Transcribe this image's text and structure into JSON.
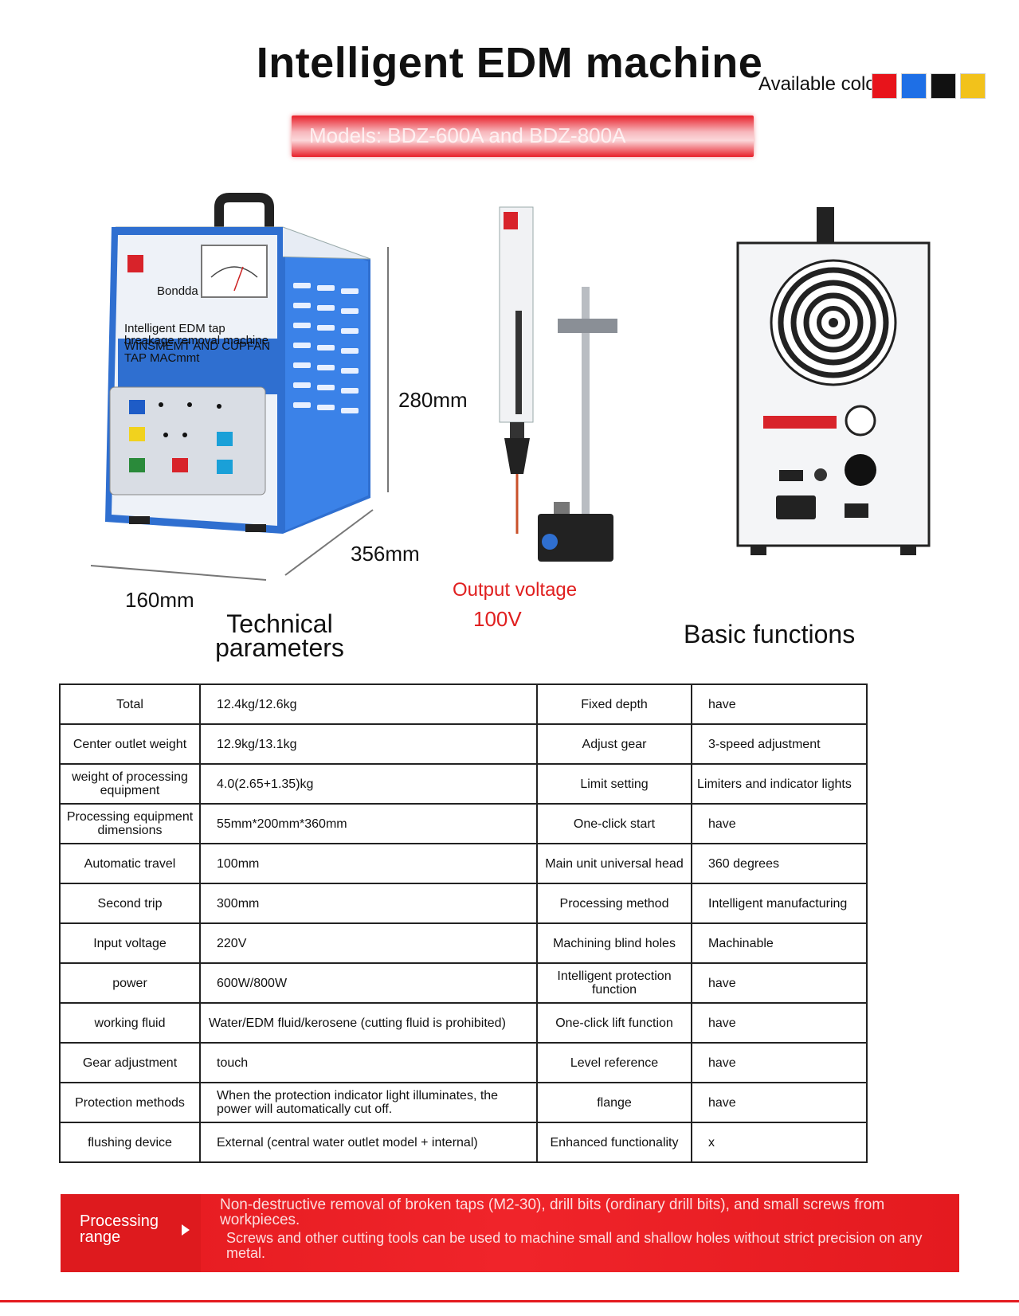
{
  "header": {
    "title": "Intelligent EDM machine",
    "colors_label": "Available colors",
    "swatches": [
      "#e8141b",
      "#1e6fe6",
      "#111111",
      "#f2c21b"
    ],
    "models": "Models: BDZ-600A and BDZ-800A"
  },
  "machine_front": {
    "brand": "Bondda",
    "label_line1": "Intelligent EDM tap",
    "label_line2": "breakage removal machine",
    "label_line3": "WINSMEMT AND CUPFAN",
    "label_line4": "TAP MACmmt"
  },
  "dimensions": {
    "height": "280mm",
    "depth": "356mm",
    "width": "160mm"
  },
  "output": {
    "label": "Output voltage",
    "value": "100V"
  },
  "headings": {
    "technical": "Technical parameters",
    "basic": "Basic functions"
  },
  "table_rows": [
    {
      "l1": "Total",
      "v1": "12.4kg/12.6kg",
      "l2": "Fixed depth",
      "v2": "have"
    },
    {
      "l1": "Center outlet weight",
      "v1": "12.9kg/13.1kg",
      "l2": "Adjust gear",
      "v2": "3-speed adjustment"
    },
    {
      "l1": "weight of processing equipment",
      "v1": "4.0(2.65+1.35)kg",
      "l2": "Limit setting",
      "v2": "Limiters and indicator lights"
    },
    {
      "l1": "Processing equipment dimensions",
      "v1": "55mm*200mm*360mm",
      "l2": "One-click start",
      "v2": "have"
    },
    {
      "l1": "Automatic travel",
      "v1": "100mm",
      "l2": "Main unit universal head",
      "v2": "360 degrees"
    },
    {
      "l1": "Second trip",
      "v1": "300mm",
      "l2": "Processing method",
      "v2": "Intelligent manufacturing"
    },
    {
      "l1": "Input voltage",
      "v1": "220V",
      "l2": "Machining blind holes",
      "v2": "Machinable"
    },
    {
      "l1": "power",
      "v1": "600W/800W",
      "l2": "Intelligent protection function",
      "v2": "have"
    },
    {
      "l1": "working fluid",
      "v1": "Water/EDM fluid/kerosene (cutting fluid is prohibited)",
      "l2": "One-click lift function",
      "v2": "have"
    },
    {
      "l1": "Gear adjustment",
      "v1": "touch",
      "l2": "Level reference",
      "v2": "have"
    },
    {
      "l1": "Protection methods",
      "v1": "When the protection indicator light illuminates, the power will automatically cut off.",
      "l2": "flange",
      "v2": "have"
    },
    {
      "l1": "flushing device",
      "v1": "External (central water outlet model + internal)",
      "l2": "Enhanced functionality",
      "v2": "x"
    }
  ],
  "range": {
    "label": "Processing range",
    "text1": "Non-destructive removal of broken taps (M2-30), drill bits (ordinary drill bits), and small screws from workpieces.",
    "text2": "Screws and other cutting tools can be used to machine small and shallow holes without strict precision on any metal."
  }
}
